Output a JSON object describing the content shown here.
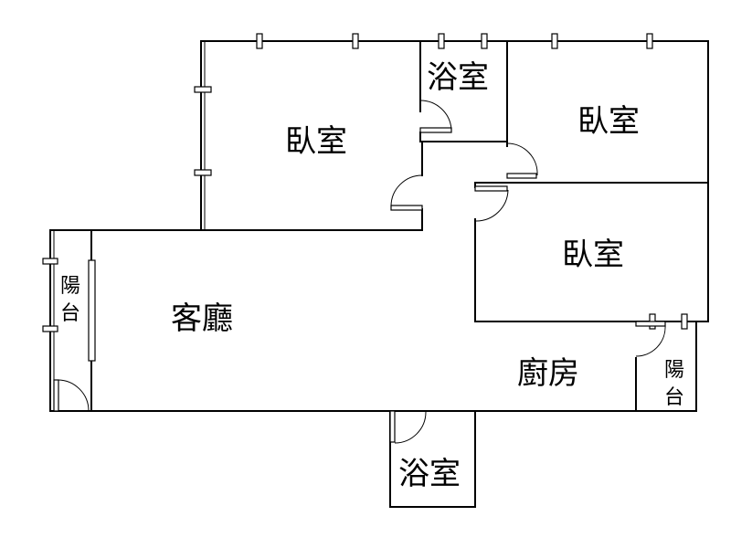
{
  "floor_plan": {
    "rooms": {
      "bedroom_top_left": "臥室",
      "bedroom_top_right": "臥室",
      "bedroom_right": "臥室",
      "bathroom_top": "浴室",
      "bathroom_bottom": "浴室",
      "living_room": "客廳",
      "kitchen": "廚房",
      "balcony_left_1": "陽",
      "balcony_left_2": "台",
      "balcony_right_1": "陽",
      "balcony_right_2": "台"
    }
  }
}
